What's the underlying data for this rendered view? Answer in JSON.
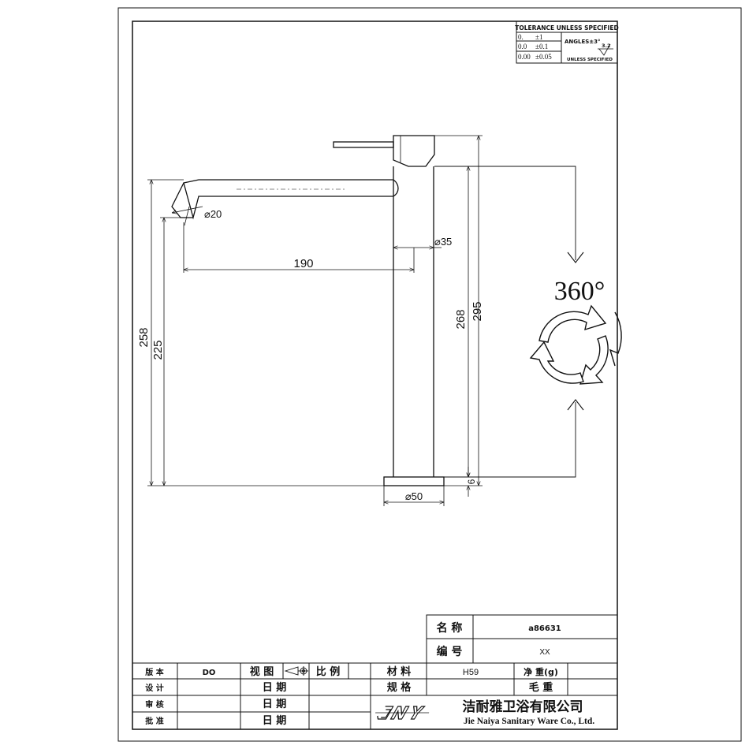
{
  "tolerance": {
    "title": "TOLERANCE UNLESS SPECIFIED",
    "rows": [
      {
        "precision": "0.",
        "value": "±1"
      },
      {
        "precision": "0.0",
        "value": "±0.1"
      },
      {
        "precision": "0.00",
        "value": "±0.05"
      }
    ],
    "angles": "ANGLES±3°",
    "roughness": "3.2",
    "unless": "UNLESS SPECIFIED"
  },
  "dimensions": {
    "spout_diameter": "⌀20",
    "spout_reach": "190",
    "body_diameter": "⌀35",
    "total_height": "258",
    "outlet_height": "225",
    "body_height": "268",
    "overall_height": "295",
    "base_thickness": "6",
    "base_diameter": "⌀50"
  },
  "rotation": {
    "label": "360°"
  },
  "title_block": {
    "name_label": "名 称",
    "name_value": "a86631",
    "code_label": "编 号",
    "code_value": "XX",
    "version_label": "版 本",
    "version_value": "DO",
    "view_label": "视 图",
    "scale_label": "比 例",
    "material_label": "材 料",
    "material_value": "H59",
    "net_weight_label": "净 重(g)",
    "design_label": "设 计",
    "date_label_1": "日 期",
    "spec_label": "规 格",
    "gross_weight_label": "毛 重",
    "review_label": "审 核",
    "date_label_2": "日 期",
    "approve_label": "批 准",
    "date_label_3": "日 期",
    "company_cn": "洁耐雅卫浴有限公司",
    "company_en": "Jie Naiya Sanitary Ware Co., Ltd."
  }
}
